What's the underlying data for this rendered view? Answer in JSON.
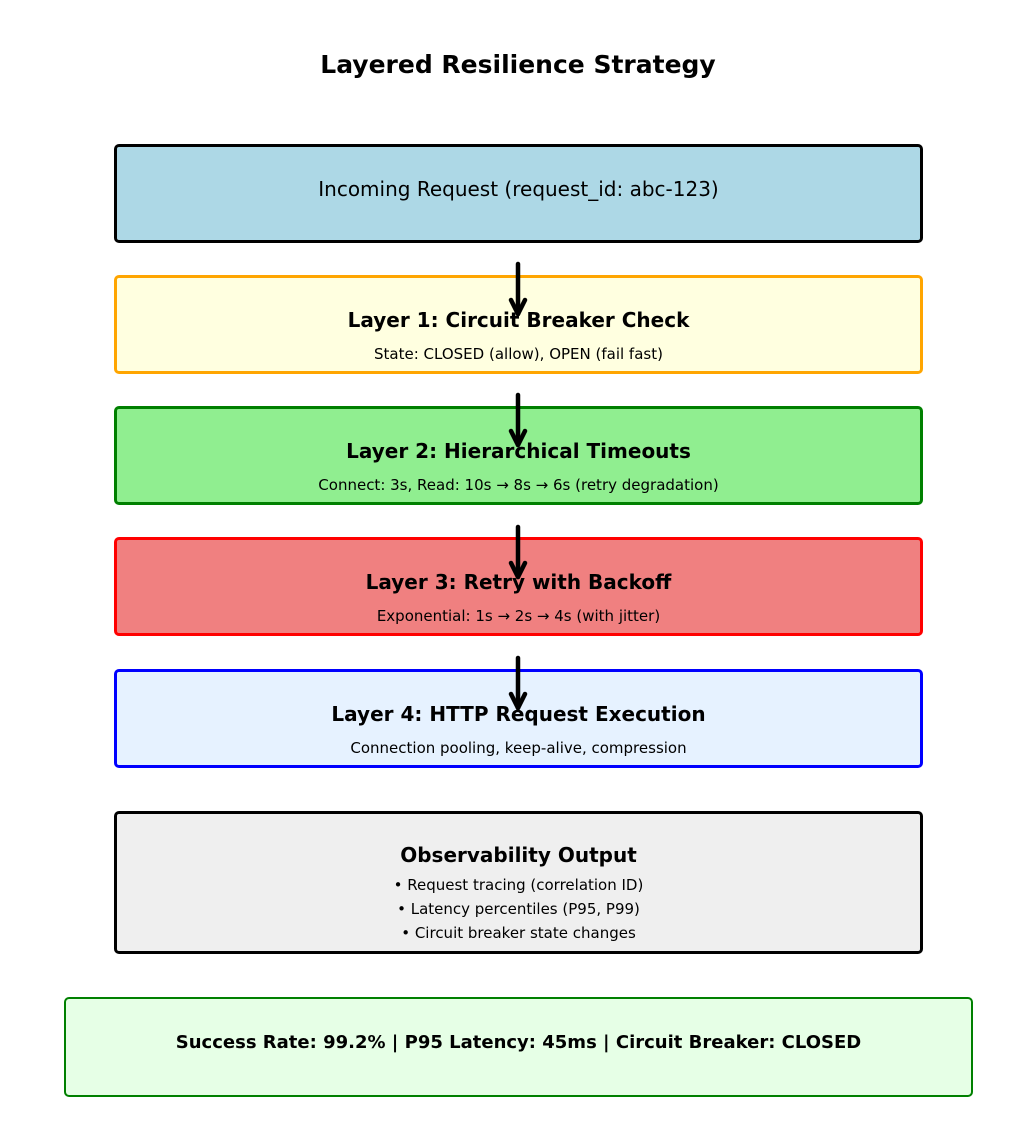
{
  "title": "Layered Resilience Strategy",
  "boxes": [
    {
      "title": "Incoming Request (request_id: abc-123)",
      "fill": "#add8e6",
      "border": "#000000"
    },
    {
      "title": "Layer 1: Circuit Breaker Check",
      "subtitle": "State: CLOSED (allow), OPEN (fail fast)",
      "fill": "#ffffe0",
      "border": "#ffa500"
    },
    {
      "title": "Layer 2: Hierarchical Timeouts",
      "subtitle": "Connect: 3s, Read: 10s → 8s → 6s (retry degradation)",
      "fill": "#90ee90",
      "border": "#008000"
    },
    {
      "title": "Layer 3: Retry with Backoff",
      "subtitle": "Exponential: 1s → 2s → 4s (with jitter)",
      "fill": "#f08080",
      "border": "#ff0000"
    },
    {
      "title": "Layer 4: HTTP Request Execution",
      "subtitle": "Connection pooling, keep-alive, compression",
      "fill": "#e6f2ff",
      "border": "#0000ff"
    }
  ],
  "observability": {
    "title": "Observability Output",
    "items": [
      "• Request tracing (correlation ID)",
      "• Latency percentiles (P95, P99)",
      "• Circuit breaker state changes"
    ],
    "fill": "#efefef",
    "border": "#000000"
  },
  "footer": {
    "text": "Success Rate: 99.2% | P95 Latency: 45ms | Circuit Breaker: CLOSED",
    "fill": "#e6ffe6",
    "border": "#008000"
  }
}
